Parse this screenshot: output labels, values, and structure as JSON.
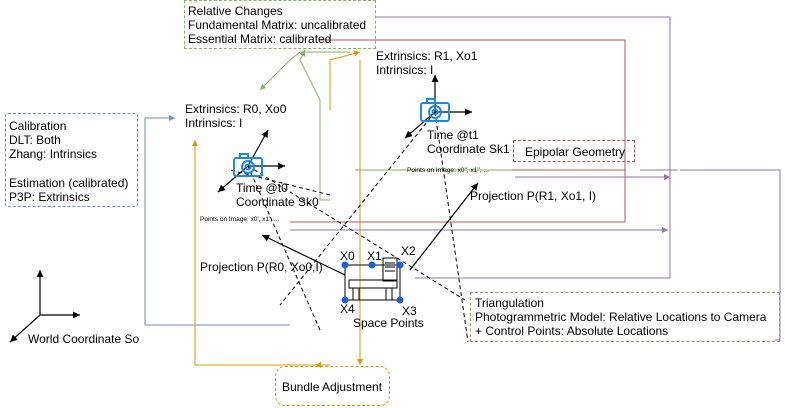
{
  "relative_changes": {
    "title": "Relative Changes",
    "line1": "Fundamental Matrix: uncalibrated",
    "line2": "Essential Matrix: calibrated"
  },
  "calibration": {
    "title": "Calibration",
    "line1": "DLT: Both",
    "line2": "Zhang: Intrinsics",
    "line3": "Estimation (calibrated)",
    "line4": "P3P: Extrinsics"
  },
  "camera0": {
    "extrinsics": "Extrinsics: R0, Xo0",
    "intrinsics": "Intrinsics: I",
    "time": "Time @t0",
    "coord": "Coordinate Sk0",
    "points": "Points on Image: x0', x1', ..."
  },
  "camera1": {
    "extrinsics": "Extrinsics: R1, Xo1",
    "intrinsics": "Intrinsics: I",
    "time": "Time @t1",
    "coord": "Coordinate Sk1",
    "points": "Points on Image: x0'', x1'', ..."
  },
  "epipolar": "Epipolar Geometry",
  "projection0": "Projection P(R0, Xo0,I)",
  "projection1": "Projection P(R1, Xo1, I)",
  "points": [
    "X0",
    "X1",
    "X2",
    "X3",
    "X4"
  ],
  "space_points": "Space Points",
  "triangulation": {
    "title": "Triangulation",
    "line1": "Photogrammetric Model: Relative Locations to Camera",
    "line2": "+ Control Points: Absolute Locations"
  },
  "world": "World Coordinate So",
  "bundle": "Bundle Adjustment",
  "colors": {
    "blue": "#6c8ebf",
    "green": "#82b366",
    "red": "#b85450",
    "orange": "#d79b00",
    "purple": "#9673a6",
    "camera": "#1e88e5",
    "point": "#1a5fe0"
  }
}
